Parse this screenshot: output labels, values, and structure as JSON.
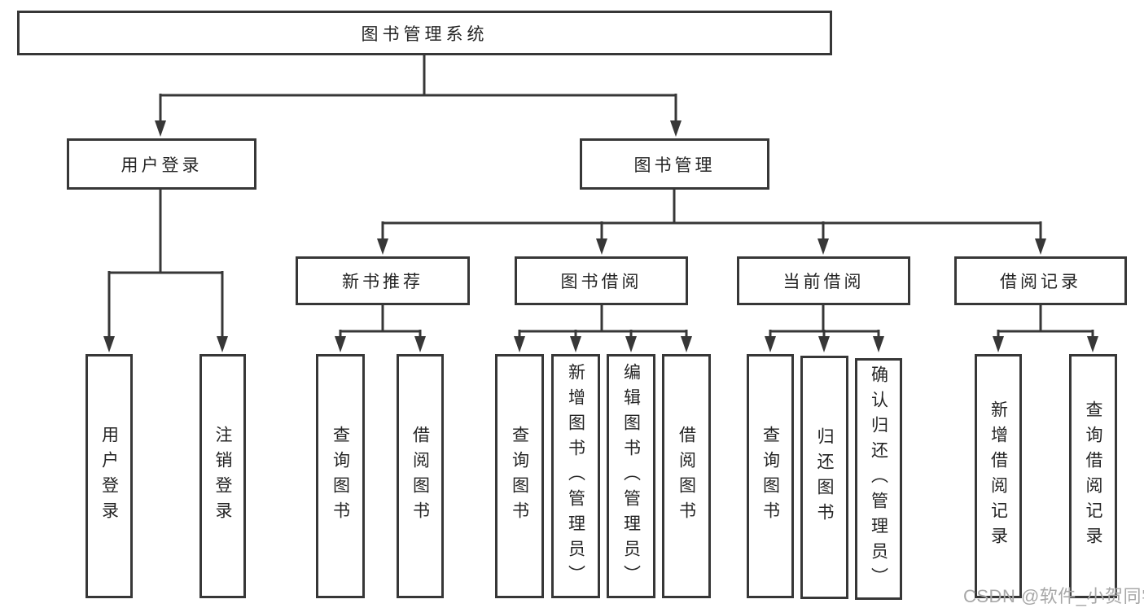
{
  "watermark": "CSDN @软件_小贺同学",
  "colors": {
    "line": "#373737",
    "border": "#373737",
    "text": "#242424",
    "watermark": "#a8a8a8",
    "background": "#ffffff"
  },
  "tree": {
    "root": "图书管理系统",
    "branches": [
      {
        "label": "用户登录",
        "children": [
          "用户登录",
          "注销登录"
        ]
      },
      {
        "label": "图书管理",
        "sections": [
          {
            "label": "新书推荐",
            "children": [
              "查询图书",
              "借阅图书"
            ]
          },
          {
            "label": "图书借阅",
            "children": [
              "查询图书",
              "新增图书（管理员）",
              "编辑图书（管理员）",
              "借阅图书"
            ]
          },
          {
            "label": "当前借阅",
            "children": [
              "查询图书",
              "归还图书",
              "确认归还（管理员）"
            ]
          },
          {
            "label": "借阅记录",
            "children": [
              "新增借阅记录",
              "查询借阅记录"
            ]
          }
        ]
      }
    ]
  }
}
